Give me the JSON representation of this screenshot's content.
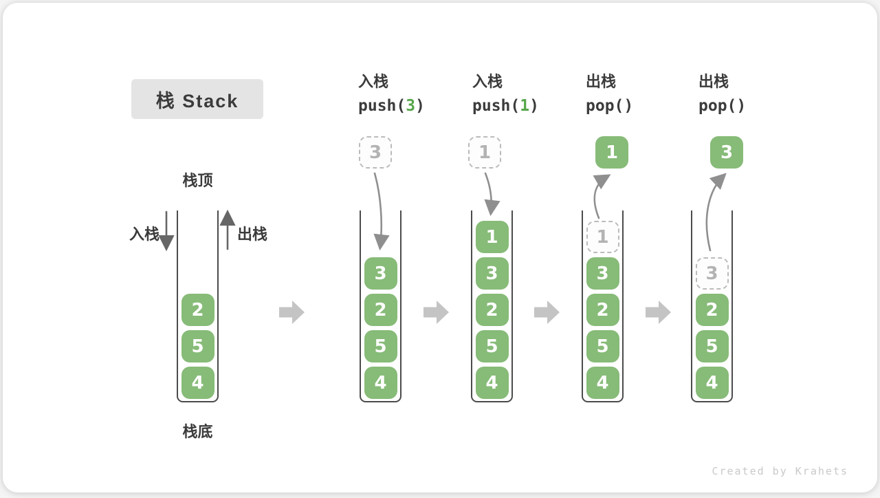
{
  "title": "栈 Stack",
  "side_labels": {
    "stack_top": "栈顶",
    "stack_bottom": "栈底",
    "push_in": "入栈",
    "pop_out": "出栈"
  },
  "watermark": "Created by Krahets",
  "colors": {
    "cell_green": "#87BB78",
    "code_arg_green": "#57A64A",
    "block_arrow_gray": "#C4C4C4",
    "curve_arrow_gray": "#8F8F8F",
    "side_arrow_gray": "#666666",
    "title_bg": "#E4E4E4",
    "text_dark": "#3B3B3B",
    "ghost_border": "#BBBBBB",
    "ghost_text": "#B3B3B3",
    "container_border": "#4B4B4B",
    "watermark_gray": "#C9C9C9"
  },
  "columns": [
    {
      "name": "initial",
      "cells": [
        {
          "value": "2",
          "slot": 2
        },
        {
          "value": "5",
          "slot": 3
        },
        {
          "value": "4",
          "slot": 4
        }
      ]
    },
    {
      "name": "push-3",
      "header": {
        "label": "入栈",
        "code_pre": "push(",
        "code_arg": "3",
        "code_post": ")"
      },
      "floating": {
        "value": "3",
        "variant": "dashed"
      },
      "cells": [
        {
          "value": "3",
          "slot": 1
        },
        {
          "value": "2",
          "slot": 2
        },
        {
          "value": "5",
          "slot": 3
        },
        {
          "value": "4",
          "slot": 4
        }
      ]
    },
    {
      "name": "push-1",
      "header": {
        "label": "入栈",
        "code_pre": "push(",
        "code_arg": "1",
        "code_post": ")"
      },
      "floating": {
        "value": "1",
        "variant": "dashed"
      },
      "cells": [
        {
          "value": "1",
          "slot": 0
        },
        {
          "value": "3",
          "slot": 1
        },
        {
          "value": "2",
          "slot": 2
        },
        {
          "value": "5",
          "slot": 3
        },
        {
          "value": "4",
          "slot": 4
        }
      ]
    },
    {
      "name": "pop-1",
      "header": {
        "label": "出栈",
        "code_pre": "pop(",
        "code_arg": "",
        "code_post": ")"
      },
      "floating": {
        "value": "1",
        "variant": "solid"
      },
      "cells": [
        {
          "value": "1",
          "slot": 0,
          "ghost": true
        },
        {
          "value": "3",
          "slot": 1
        },
        {
          "value": "2",
          "slot": 2
        },
        {
          "value": "5",
          "slot": 3
        },
        {
          "value": "4",
          "slot": 4
        }
      ]
    },
    {
      "name": "pop-3",
      "header": {
        "label": "出栈",
        "code_pre": "pop(",
        "code_arg": "",
        "code_post": ")"
      },
      "floating": {
        "value": "3",
        "variant": "solid"
      },
      "cells": [
        {
          "value": "3",
          "slot": 1,
          "ghost": true
        },
        {
          "value": "2",
          "slot": 2
        },
        {
          "value": "5",
          "slot": 3
        },
        {
          "value": "4",
          "slot": 4
        }
      ]
    }
  ]
}
